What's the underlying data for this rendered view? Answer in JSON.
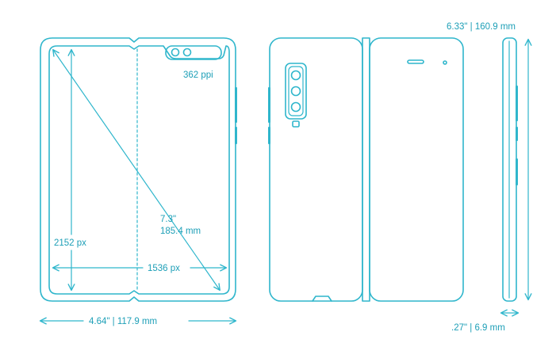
{
  "labels": {
    "ppi": "362 ppi",
    "diag_in": "7.3\"",
    "diag_mm": "185.4 mm",
    "height_px": "2152 px",
    "width_px": "1536 px",
    "width_dim": "4.64\" | 117.9 mm",
    "height_dim": "6.33\" | 160.9 mm",
    "depth_dim": ".27\" | 6.9 mm"
  },
  "colors": {
    "line": "#2fb6cc",
    "text": "#1d9fb7",
    "background": "#ffffff"
  }
}
